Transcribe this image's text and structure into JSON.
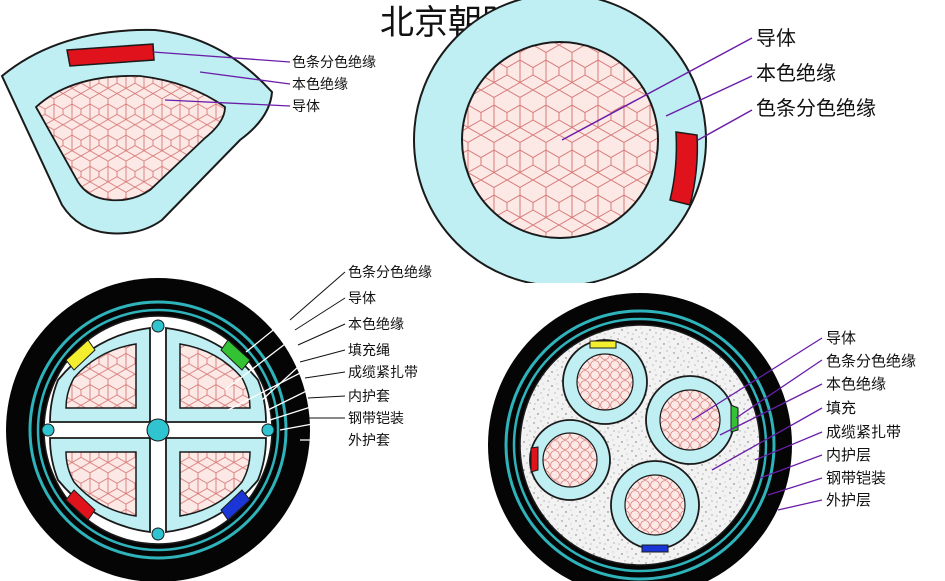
{
  "title": "北京朝阳电缆厂",
  "colors": {
    "insulation": "#bfeff2",
    "conductor_fill": "#fce9e6",
    "conductor_mesh": "#d77a78",
    "outline": "#1a1a1a",
    "sheath": "#050505",
    "armor_ring": "#2fb3bb",
    "strip_red": "#e0121b",
    "strip_yellow": "#f3ee2e",
    "strip_green": "#33c233",
    "strip_blue": "#1a36d6",
    "leader": "#6a1ea8",
    "filler": "#f2f2f2"
  },
  "diagrams": {
    "sector_core": {
      "labels": [
        "色条分色绝缘",
        "本色绝缘",
        "导体"
      ]
    },
    "round_core": {
      "labels": [
        "导体",
        "本色绝缘",
        "色条分色绝缘"
      ]
    },
    "four_core_cable": {
      "labels": [
        "色条分色绝缘",
        "导体",
        "本色绝缘",
        "填充绳",
        "成缆紧扎带",
        "内护套",
        "钢带铠装",
        "外护套"
      ]
    },
    "five_core_cable": {
      "labels": [
        "导体",
        "色条分色绝缘",
        "本色绝缘",
        "填充",
        "成缆紧扎带",
        "内护层",
        "钢带铠装",
        "外护层"
      ]
    }
  }
}
